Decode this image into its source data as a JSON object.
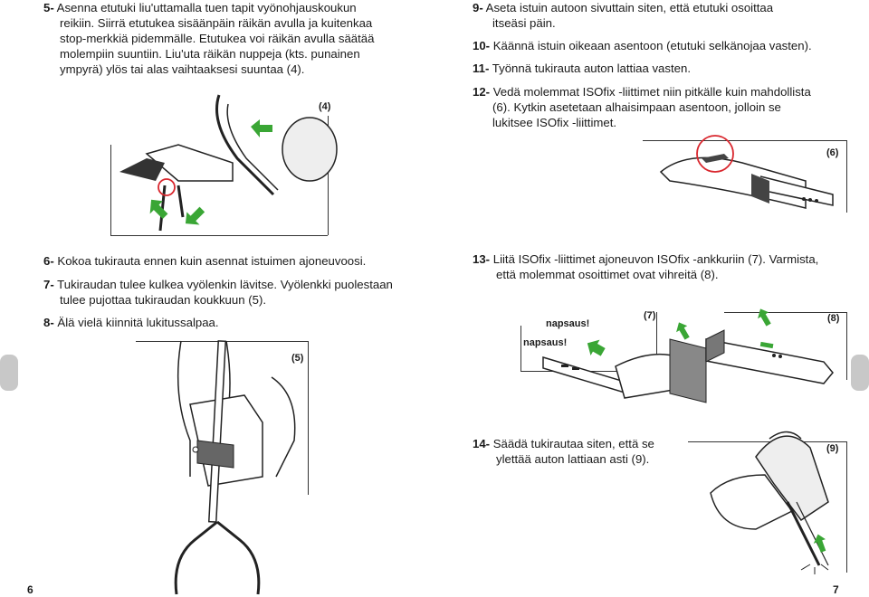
{
  "left_page": {
    "step5": {
      "num": "5-",
      "lines": [
        "Asenna etutuki liu'uttamalla tuen tapit vyönohjauskoukun",
        "reikiin. Siirrä etutukea sisäänpäin räikän avulla ja kuitenkaa",
        "stop-merkkiä pidemmälle. Etutukea voi räikän avulla säätää",
        "molempiin suuntiin. Liu'uta räikän nuppeja (kts. punainen",
        "ympyrä) ylös tai alas vaihtaaksesi suuntaa (4)."
      ]
    },
    "fig4_label": "(4)",
    "step6": {
      "num": "6-",
      "text": "Kokoa tukirauta ennen kuin asennat istuimen ajoneuvoosi."
    },
    "step7": {
      "num": "7-",
      "lines": [
        "Tukiraudan tulee kulkea vyölenkin lävitse. Vyölenkki puolestaan",
        "tulee pujottaa tukiraudan koukkuun (5)."
      ]
    },
    "step8": {
      "num": "8-",
      "text": "Älä vielä kiinnitä lukitussalpaa."
    },
    "fig5_label": "(5)",
    "page_number": "6"
  },
  "right_page": {
    "step9": {
      "num": "9-",
      "lines": [
        "Aseta istuin autoon sivuttain siten, että etutuki osoittaa",
        "itseäsi päin."
      ]
    },
    "step10": {
      "num": "10-",
      "text": "Käännä istuin oikeaan asentoon (etutuki selkänojaa vasten)."
    },
    "step11": {
      "num": "11-",
      "text": "Työnnä tukirauta auton lattiaa vasten."
    },
    "step12": {
      "num": "12-",
      "lines": [
        "Vedä molemmat ISOfix -liittimet niin pitkälle kuin mahdollista",
        "(6). Kytkin asetetaan alhaisimpaan asentoon, jolloin se",
        "lukitsee ISOfix -liittimet."
      ]
    },
    "fig6_label": "(6)",
    "step13": {
      "num": "13-",
      "lines": [
        "Liitä ISOfix -liittimet ajoneuvon ISOfix -ankkuriin (7). Varmista,",
        "että molemmat osoittimet ovat vihreitä (8)."
      ]
    },
    "fig7_label": "(7)",
    "fig8_label": "(8)",
    "napsaus1": "napsaus!",
    "napsaus2": "napsaus!",
    "step14": {
      "num": "14-",
      "lines": [
        "Säädä tukirautaa siten, että se",
        "ylettää auton lattiaan asti (9)."
      ]
    },
    "fig9_label": "(9)",
    "page_number": "7"
  },
  "colors": {
    "arrow_green": "#3aa635",
    "highlight_red": "#d9272e",
    "tab_gray": "#c8c8c8"
  }
}
